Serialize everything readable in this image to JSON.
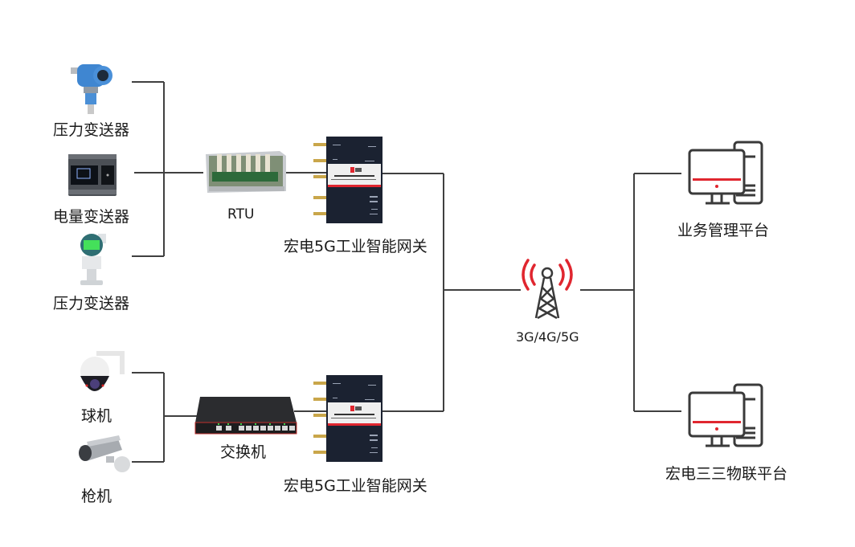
{
  "diagram": {
    "title": "",
    "colors": {
      "wire": "#404040",
      "accent_red": "#e0262f",
      "icon_dark": "#3a3a3a",
      "gateway_body": "#1b2231"
    },
    "group_top": {
      "devices": [
        {
          "label": "压力变送器",
          "icon": "pressure-transmitter-blue"
        },
        {
          "label": "电量变送器",
          "icon": "power-transmitter"
        },
        {
          "label": "压力变送器",
          "icon": "pressure-transmitter-lcd"
        }
      ],
      "aggregator": {
        "label": "RTU",
        "icon": "rtu-rack"
      },
      "gateway": {
        "label": "宏电5G工业智能网关",
        "icon": "industrial-gateway"
      }
    },
    "group_bottom": {
      "devices": [
        {
          "label": "球机",
          "icon": "dome-camera"
        },
        {
          "label": "枪机",
          "icon": "bullet-camera"
        }
      ],
      "aggregator": {
        "label": "交换机",
        "icon": "network-switch"
      },
      "gateway": {
        "label": "宏电5G工业智能网关",
        "icon": "industrial-gateway"
      }
    },
    "network": {
      "label": "3G/4G/5G",
      "icon": "cell-tower"
    },
    "platforms": [
      {
        "label": "业务管理平台",
        "icon": "computer"
      },
      {
        "label": "宏电三三物联平台",
        "icon": "computer"
      }
    ]
  }
}
